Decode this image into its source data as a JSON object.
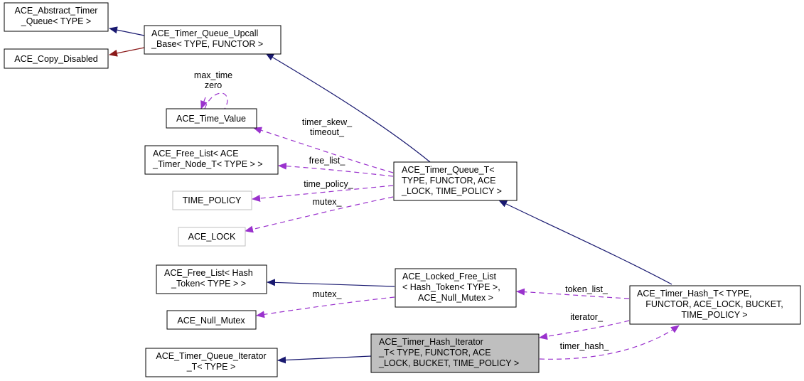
{
  "nodes": [
    {
      "id": "abstract_timer_queue",
      "lines": [
        "ACE_Abstract_Timer",
        "_Queue< TYPE >"
      ],
      "style": "normal"
    },
    {
      "id": "copy_disabled",
      "lines": [
        "ACE_Copy_Disabled"
      ],
      "style": "normal"
    },
    {
      "id": "upcall_base",
      "lines": [
        "ACE_Timer_Queue_Upcall",
        "_Base< TYPE, FUNCTOR >"
      ],
      "style": "normal"
    },
    {
      "id": "time_value",
      "lines": [
        "ACE_Time_Value"
      ],
      "style": "normal"
    },
    {
      "id": "free_list_node",
      "lines": [
        "ACE_Free_List< ACE",
        "_Timer_Node_T< TYPE > >"
      ],
      "style": "normal"
    },
    {
      "id": "time_policy",
      "lines": [
        "TIME_POLICY"
      ],
      "style": "gray"
    },
    {
      "id": "ace_lock",
      "lines": [
        "ACE_LOCK"
      ],
      "style": "gray"
    },
    {
      "id": "timer_queue_t",
      "lines": [
        "ACE_Timer_Queue_T<",
        " TYPE, FUNCTOR, ACE",
        "_LOCK, TIME_POLICY >"
      ],
      "style": "normal"
    },
    {
      "id": "free_list_hash",
      "lines": [
        "ACE_Free_List< Hash",
        "_Token< TYPE > >"
      ],
      "style": "normal"
    },
    {
      "id": "null_mutex",
      "lines": [
        "ACE_Null_Mutex"
      ],
      "style": "normal"
    },
    {
      "id": "locked_free_list",
      "lines": [
        "ACE_Locked_Free_List",
        "< Hash_Token< TYPE >,",
        "ACE_Null_Mutex >"
      ],
      "style": "normal"
    },
    {
      "id": "timer_hash_t",
      "lines": [
        "ACE_Timer_Hash_T< TYPE,",
        "FUNCTOR, ACE_LOCK, BUCKET,",
        "TIME_POLICY >"
      ],
      "style": "normal"
    },
    {
      "id": "queue_iterator",
      "lines": [
        "ACE_Timer_Queue_Iterator",
        "_T< TYPE >"
      ],
      "style": "normal"
    },
    {
      "id": "hash_iterator",
      "lines": [
        "ACE_Timer_Hash_Iterator",
        "_T< TYPE, FUNCTOR, ACE",
        "_LOCK, BUCKET, TIME_POLICY >"
      ],
      "style": "focus"
    }
  ],
  "edges": [
    {
      "from": "upcall_base",
      "to": "abstract_timer_queue",
      "kind": "inherit",
      "label": []
    },
    {
      "from": "upcall_base",
      "to": "copy_disabled",
      "kind": "inherit-private",
      "label": []
    },
    {
      "from": "time_value",
      "to": "time_value",
      "kind": "usage",
      "label": [
        "max_time",
        "zero"
      ]
    },
    {
      "from": "timer_queue_t",
      "to": "upcall_base",
      "kind": "inherit",
      "label": []
    },
    {
      "from": "timer_queue_t",
      "to": "time_value",
      "kind": "usage",
      "label": [
        "timer_skew_",
        "timeout_"
      ]
    },
    {
      "from": "timer_queue_t",
      "to": "free_list_node",
      "kind": "usage",
      "label": [
        "free_list_"
      ]
    },
    {
      "from": "timer_queue_t",
      "to": "time_policy",
      "kind": "usage",
      "label": [
        "time_policy_"
      ]
    },
    {
      "from": "timer_queue_t",
      "to": "ace_lock",
      "kind": "usage",
      "label": [
        "mutex_"
      ]
    },
    {
      "from": "locked_free_list",
      "to": "free_list_hash",
      "kind": "inherit",
      "label": []
    },
    {
      "from": "locked_free_list",
      "to": "null_mutex",
      "kind": "usage",
      "label": [
        "mutex_"
      ]
    },
    {
      "from": "timer_hash_t",
      "to": "timer_queue_t",
      "kind": "inherit",
      "label": []
    },
    {
      "from": "timer_hash_t",
      "to": "locked_free_list",
      "kind": "usage",
      "label": [
        "token_list_"
      ]
    },
    {
      "from": "timer_hash_t",
      "to": "hash_iterator",
      "kind": "usage",
      "label": [
        "iterator_"
      ]
    },
    {
      "from": "hash_iterator",
      "to": "timer_hash_t",
      "kind": "usage",
      "label": [
        "timer_hash_"
      ]
    },
    {
      "from": "hash_iterator",
      "to": "queue_iterator",
      "kind": "inherit",
      "label": []
    }
  ],
  "colors": {
    "inherit": "#191970",
    "inherit_private": "#8b1a1a",
    "usage": "#9a32cd",
    "focus_fill": "#bfbfbf",
    "gray_border": "#bfbfbf"
  }
}
